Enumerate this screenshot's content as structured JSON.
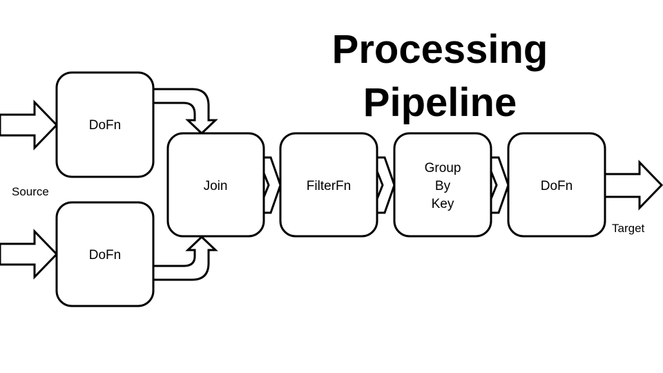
{
  "title": {
    "line1": "Processing",
    "line2": "Pipeline"
  },
  "labels": {
    "source": "Source",
    "target": "Target"
  },
  "nodes": {
    "dofn_top": "DoFn",
    "dofn_bottom": "DoFn",
    "join": "Join",
    "filter": "FilterFn",
    "group_line1": "Group",
    "group_line2": "By",
    "group_line3": "Key",
    "dofn_final": "DoFn"
  },
  "edges": [
    {
      "from": "Source",
      "to": "DoFn (top)"
    },
    {
      "from": "Source",
      "to": "DoFn (bottom)"
    },
    {
      "from": "DoFn (top)",
      "to": "Join"
    },
    {
      "from": "DoFn (bottom)",
      "to": "Join"
    },
    {
      "from": "Join",
      "to": "FilterFn"
    },
    {
      "from": "FilterFn",
      "to": "Group By Key"
    },
    {
      "from": "Group By Key",
      "to": "DoFn (final)"
    },
    {
      "from": "DoFn (final)",
      "to": "Target"
    }
  ]
}
